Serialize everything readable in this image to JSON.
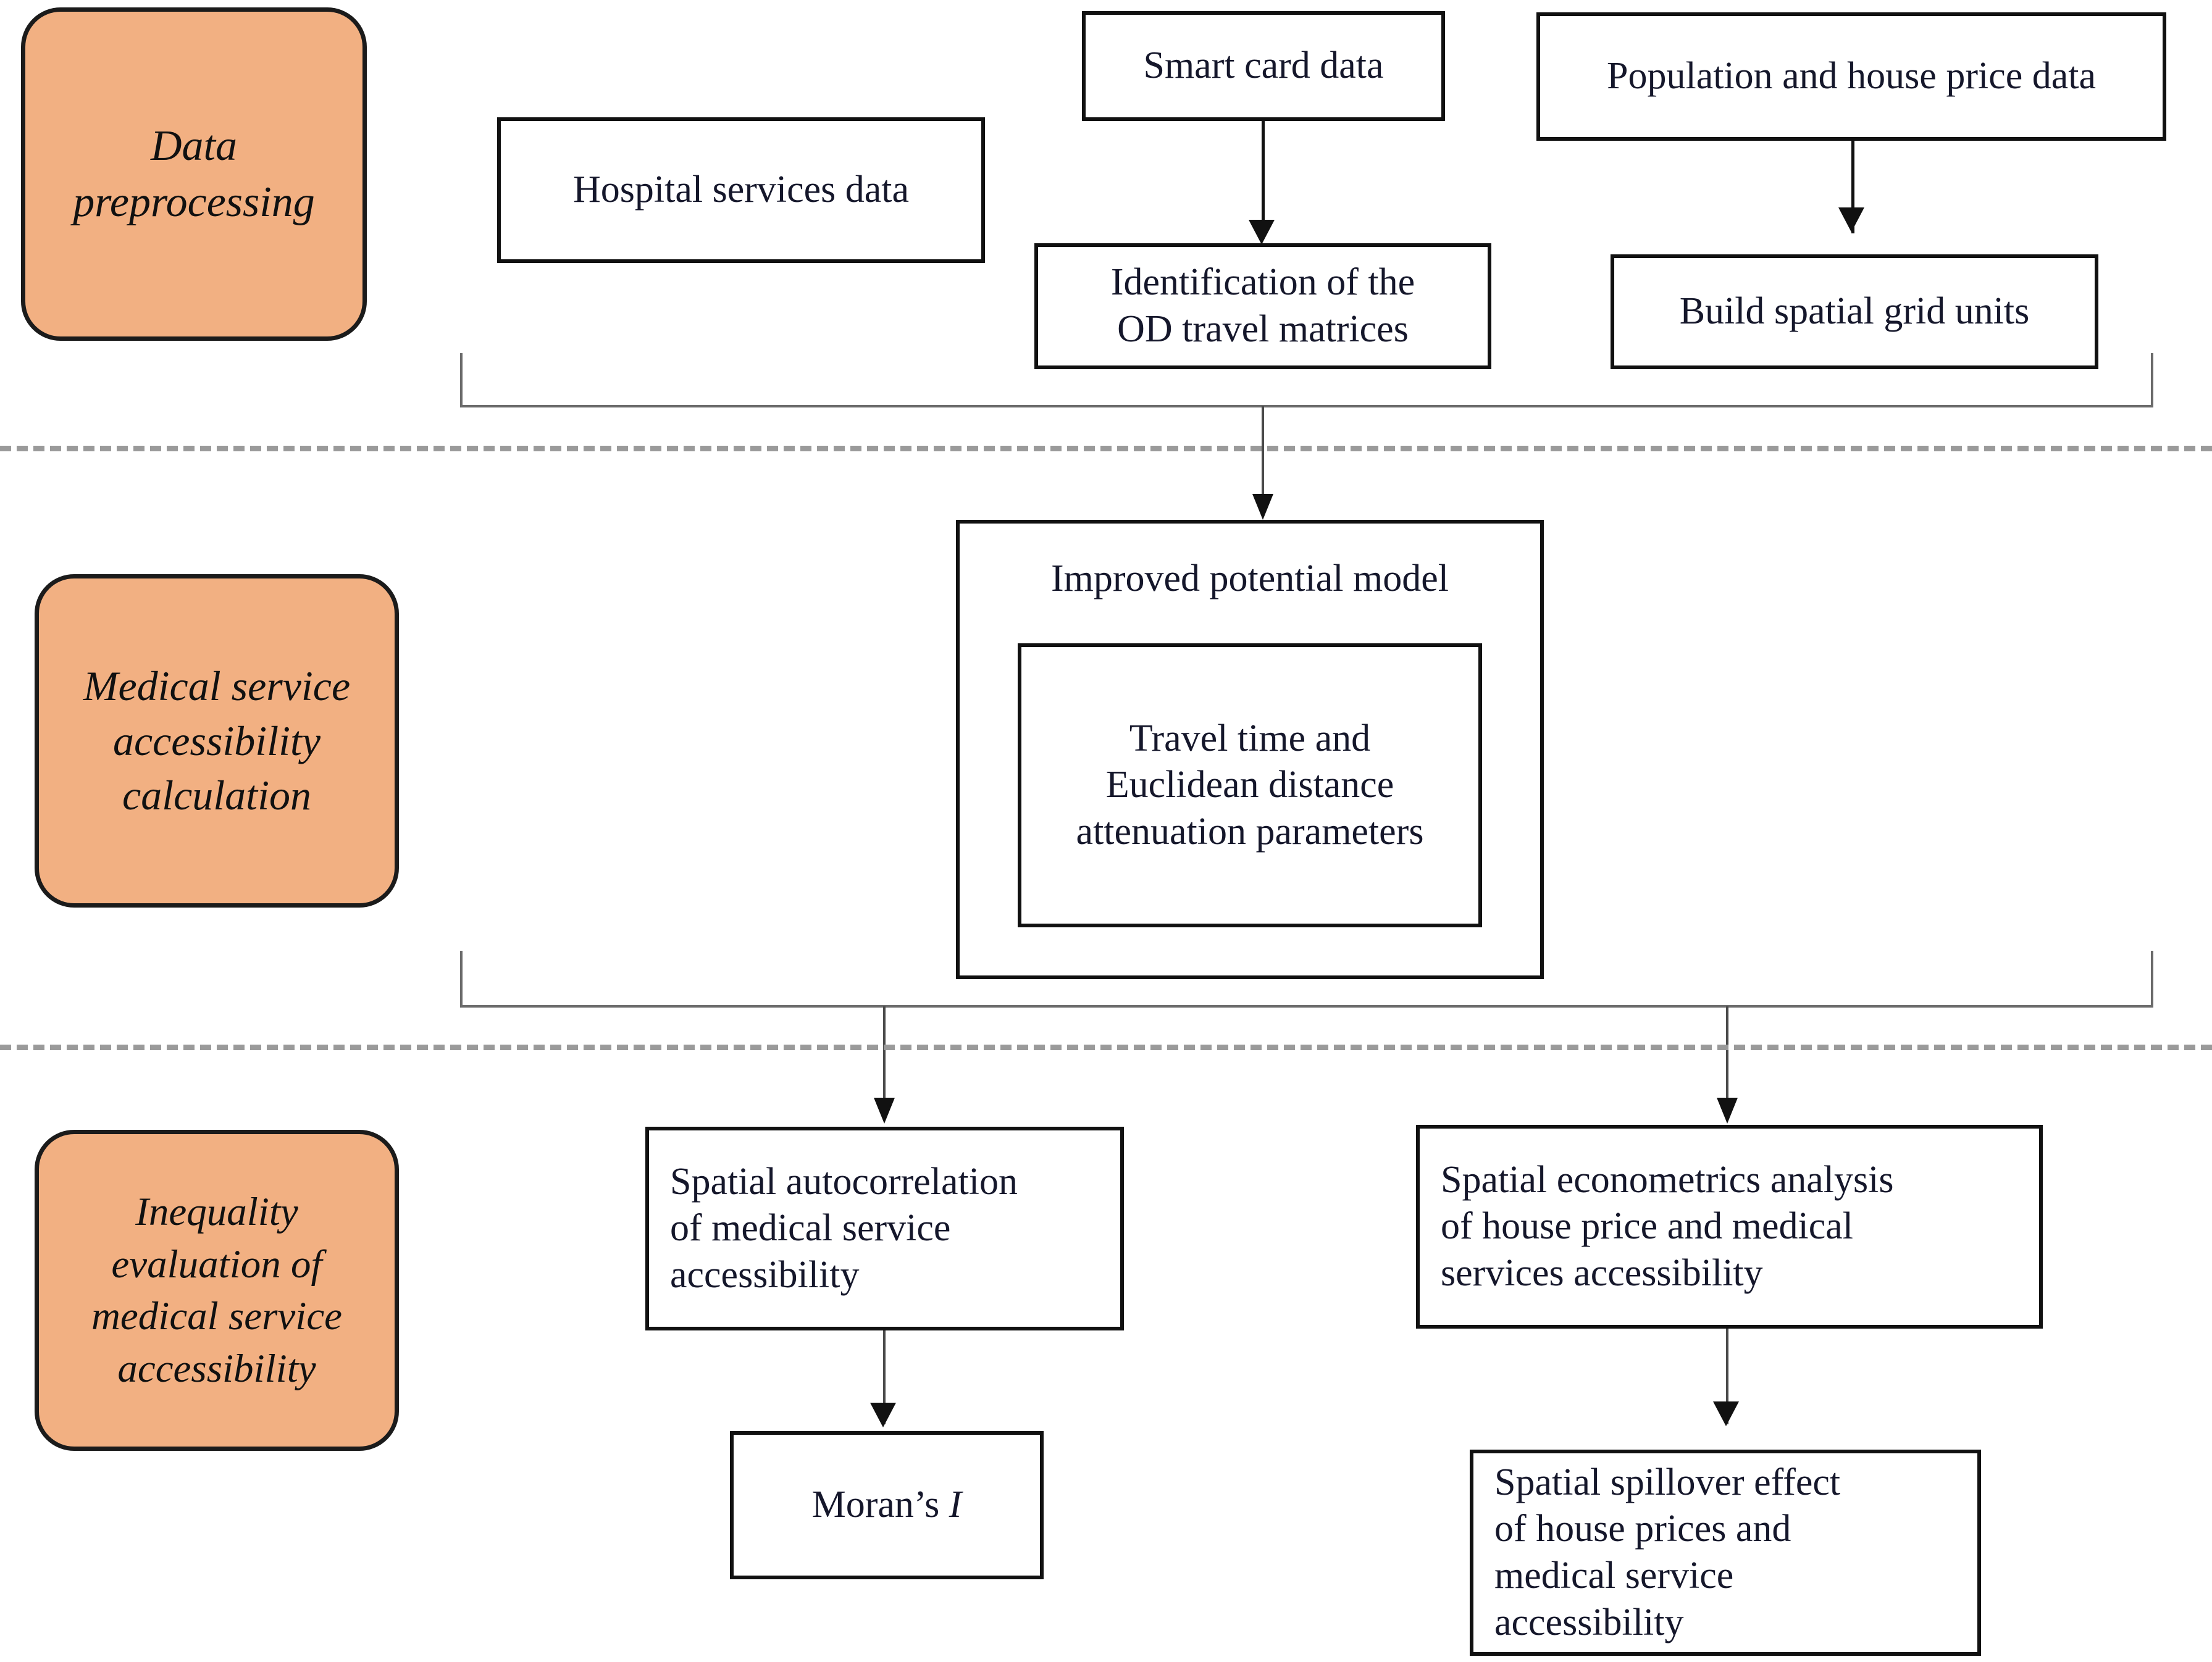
{
  "figure": {
    "type": "flowchart",
    "orientation": "top-to-bottom",
    "accent_color": "#F2B082",
    "box_border_color": "#111111",
    "connector_color": "#6b6b6b",
    "separator_style": "dashed"
  },
  "stages": [
    {
      "id": "stage-1",
      "label": "Data\npreprocessing"
    },
    {
      "id": "stage-2",
      "label": "Medical service\naccessibility\ncalculation"
    },
    {
      "id": "stage-3",
      "label": "Inequality\nevaluation of\nmedical service\naccessibility"
    }
  ],
  "nodes": {
    "hospital_services_data": "Hospital services data",
    "smart_card_data": "Smart card data",
    "od_travel_matrices": "Identification of the\nOD travel matrices",
    "population_house_price_data": "Population and house price data",
    "build_spatial_grid_units": "Build spatial grid units",
    "improved_potential_model": "Improved potential model",
    "attenuation_parameters": "Travel time and\nEuclidean distance\nattenuation parameters",
    "spatial_autocorrelation": "Spatial autocorrelation\nof medical service\naccessibility",
    "morans_i_prefix": "Moran’s ",
    "morans_i_symbol": "I",
    "spatial_econometrics": "Spatial econometrics analysis\nof house price and medical\nservices accessibility",
    "spatial_spillover": "Spatial spillover effect\nof house prices and\nmedical service\naccessibility"
  },
  "edges": [
    {
      "from": "smart_card_data",
      "to": "od_travel_matrices"
    },
    {
      "from": "population_house_price_data",
      "to": "build_spatial_grid_units"
    },
    {
      "from": "stage-1-group",
      "to": "improved_potential_model"
    },
    {
      "from": "stage-2-group",
      "to": "spatial_autocorrelation"
    },
    {
      "from": "stage-2-group",
      "to": "spatial_econometrics"
    },
    {
      "from": "spatial_autocorrelation",
      "to": "morans_i"
    },
    {
      "from": "spatial_econometrics",
      "to": "spatial_spillover"
    }
  ]
}
